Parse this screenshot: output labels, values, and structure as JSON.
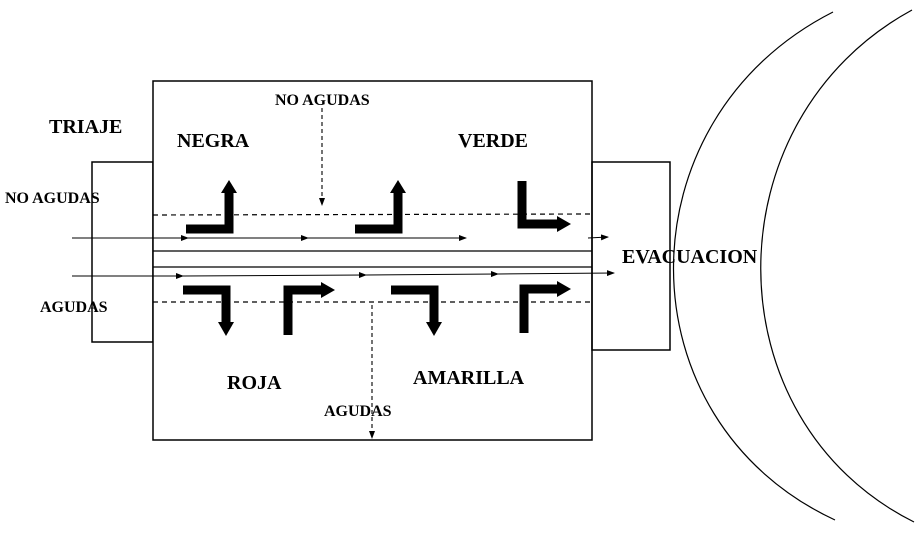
{
  "diagram": {
    "labels": {
      "triaje": "TRIAJE",
      "no_agudas_left": "NO AGUDAS",
      "agudas_left": "AGUDAS",
      "no_agudas_top": "NO AGUDAS",
      "agudas_bottom": "AGUDAS",
      "negra": "NEGRA",
      "verde": "VERDE",
      "roja": "ROJA",
      "amarilla": "AMARILLA",
      "evacuacion": "EVACUACION"
    },
    "colors": {
      "ink": "#000000",
      "background": "#ffffff"
    }
  }
}
